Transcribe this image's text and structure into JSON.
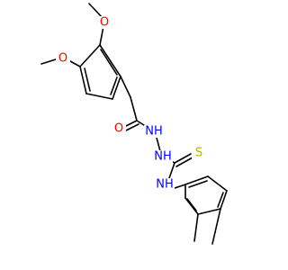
{
  "colors": {
    "bond": "#000000",
    "carbon": "#000000",
    "oxygen": "#ff0000",
    "nitrogen": "#0000ff",
    "sulfur": "#b2b200"
  },
  "atoms": {
    "o_methoxy_top": "O",
    "o_methoxy_left": "O",
    "o_carbonyl": "O",
    "n_hydrazide_1": "NH",
    "n_hydrazide_2": "NH",
    "s_thione": "S",
    "n_amine": "NH"
  }
}
